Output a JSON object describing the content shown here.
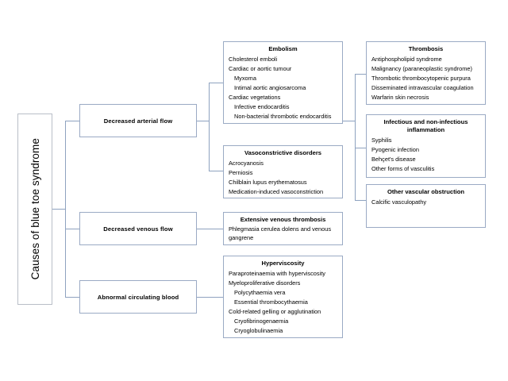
{
  "diagram": {
    "root": {
      "label": "Causes of blue toe syndrome"
    },
    "branches": [
      {
        "label": "Decreased arterial flow"
      },
      {
        "label": "Decreased venous flow"
      },
      {
        "label": "Abnormal circulating blood"
      }
    ],
    "leaves": {
      "embolism": {
        "title": "Embolism",
        "items": [
          "Cholesterol emboli",
          "Cardiac or aortic tumour",
          "Myxoma",
          "Intimal aortic angiosarcoma",
          "Cardiac vegetations",
          "Infective endocarditis",
          "Non-bacterial thrombotic endocarditis"
        ]
      },
      "vasoconstrictive": {
        "title": "Vasoconstrictive disorders",
        "items": [
          "Acrocyanosis",
          "Perniosis",
          "Chilblain lupus erythematosus",
          "Medication-induced vasoconstriction"
        ]
      },
      "venous_thrombosis": {
        "title": "Extensive venous thrombosis",
        "items": [
          "Phlegmasia cerulea dolens and venous gangrene"
        ]
      },
      "hyperviscosity": {
        "title": "Hyperviscosity",
        "items": [
          "Paraproteinaemia with hyperviscosity",
          "Myeloproliferative disorders",
          "Polycythaemia vera",
          "Essential thrombocythaemia",
          "Cold-related gelling or agglutination",
          "Cryofibrinogenaemia",
          "Cryoglobulinaemia"
        ]
      },
      "thrombosis": {
        "title": "Thrombosis",
        "items": [
          "Antiphospholipid syndrome",
          "Malignancy (paraneoplastic syndrome)",
          "Thrombotic thrombocytopenic purpura",
          "Disseminated intravascular coagulation",
          "Warfarin skin necrosis"
        ]
      },
      "inflammation": {
        "title": "Infectious and non-infectious inflammation",
        "items": [
          "Syphilis",
          "Pyogenic infection",
          "Behçet's disease",
          "Other forms of vasculitis"
        ]
      },
      "other_obstruction": {
        "title": "Other vascular obstruction",
        "items": [
          "Calcific vasculopathy"
        ]
      }
    }
  },
  "colors": {
    "box_border": "#9aaac4",
    "title_border": "#b9bec7",
    "connector": "#8ea2bf",
    "background": "#ffffff"
  }
}
